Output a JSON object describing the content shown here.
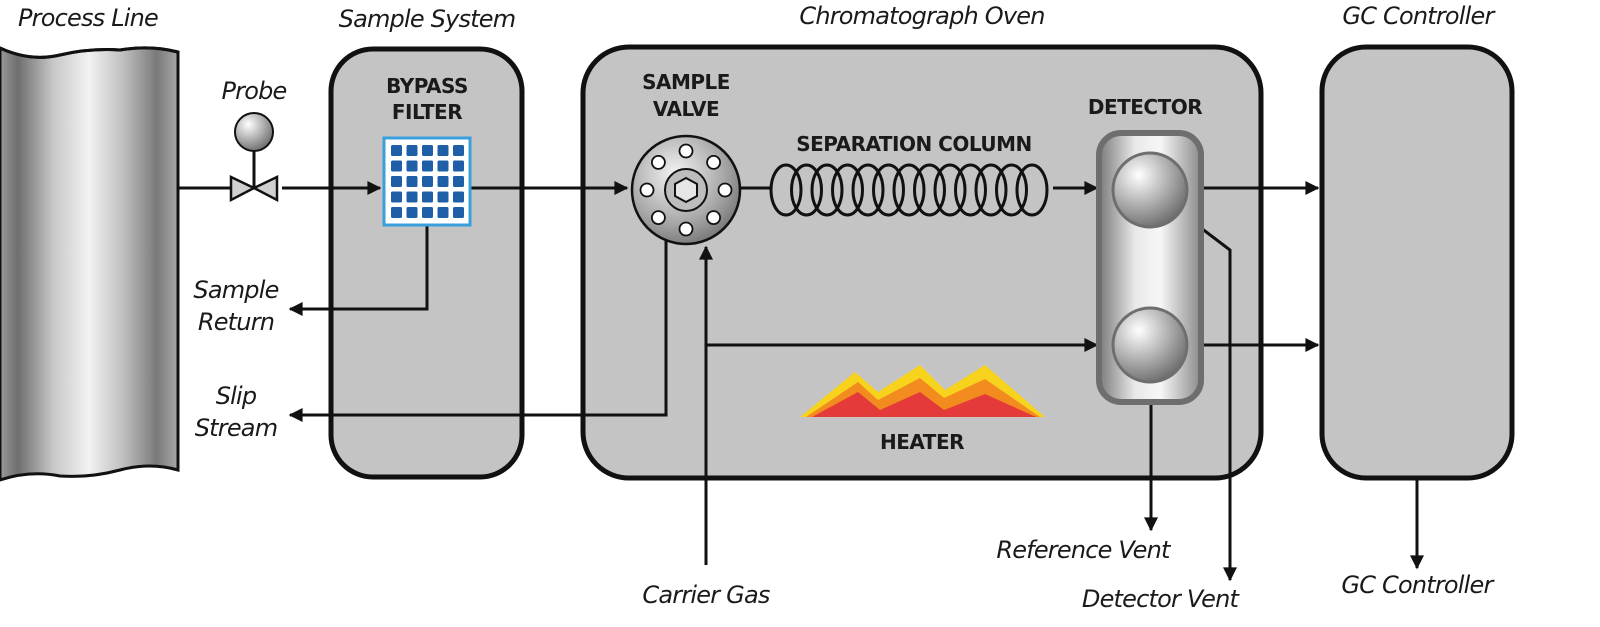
{
  "sections": {
    "process_line": "Process Line",
    "sample_system": "Sample System",
    "chromatograph_oven": "Chromatograph Oven",
    "gc_controller": "GC Controller"
  },
  "components": {
    "probe": "Probe",
    "bypass_filter": [
      "BYPASS",
      "FILTER"
    ],
    "sample_valve": [
      "SAMPLE",
      "VALVE"
    ],
    "separation_column": "SEPARATION COLUMN",
    "detector": "DETECTOR",
    "heater": "HEATER"
  },
  "flows": {
    "sample_return": [
      "Sample",
      "Return"
    ],
    "slip_stream": [
      "Slip",
      "Stream"
    ],
    "carrier_gas": "Carrier Gas",
    "reference_vent": "Reference Vent",
    "detector_vent": "Detector Vent",
    "gc_controller_output": "GC Controller"
  },
  "colors": {
    "box_fill": "#c4c4c4",
    "filter_border": "#3aa0dc",
    "filter_cells": "#1f5fa8",
    "heater_back": "#f7d31e",
    "heater_mid": "#f28c1e",
    "heater_front": "#e53a3a"
  }
}
